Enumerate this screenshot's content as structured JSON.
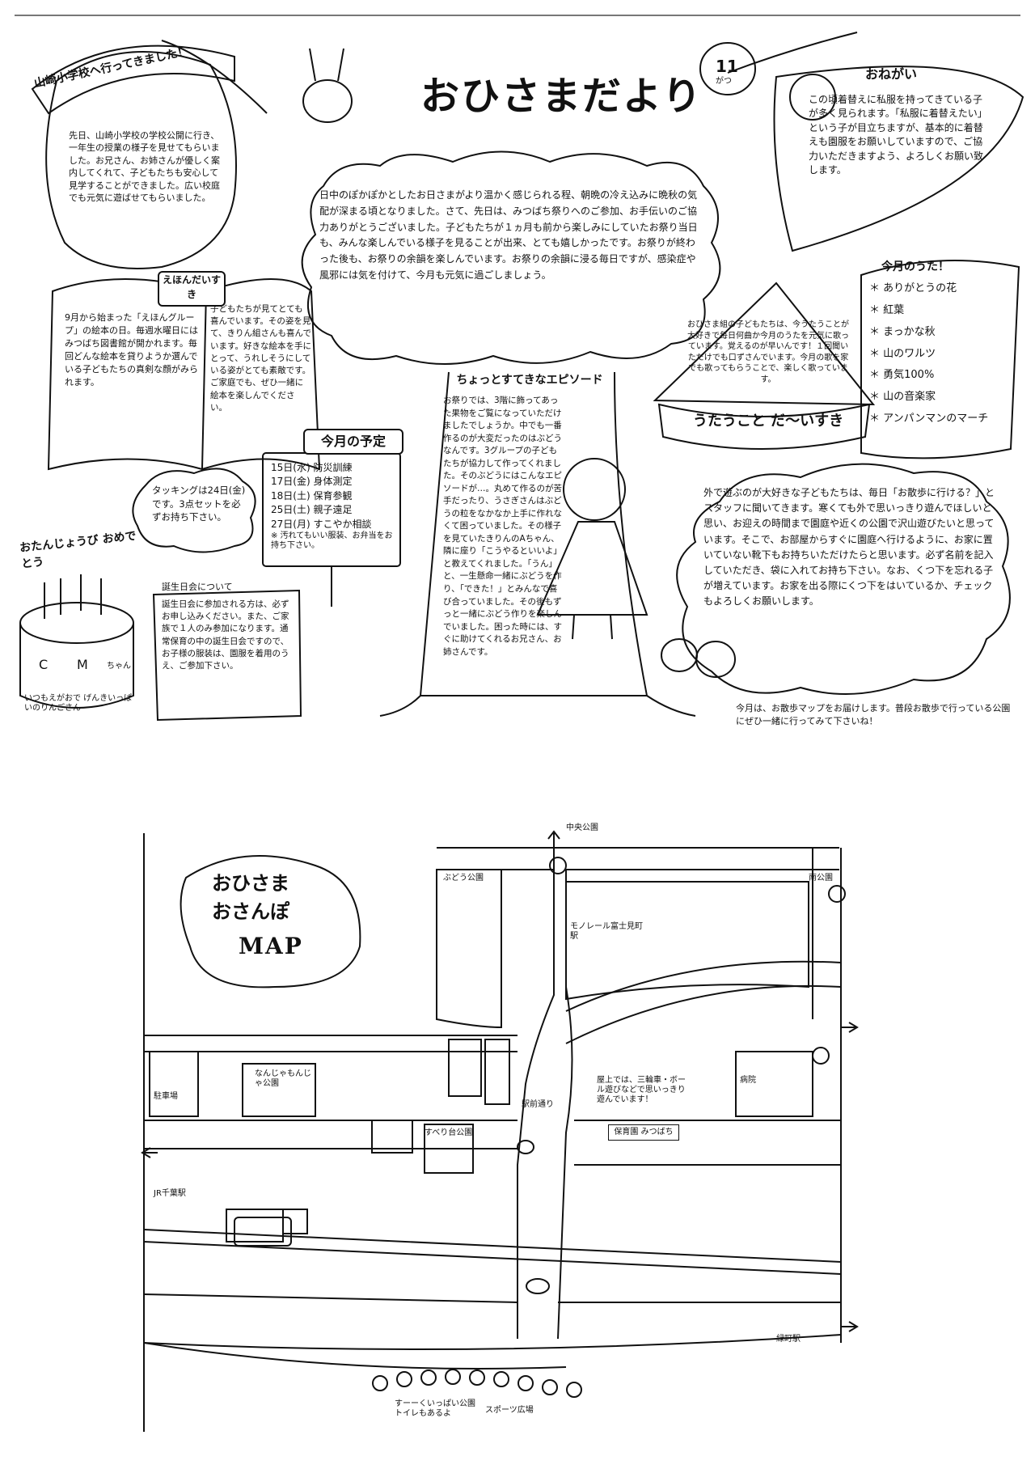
{
  "newsletter": {
    "title": "おひさまだより",
    "month_badge": "11",
    "month_badge_sub": "がつ",
    "school_visit": {
      "heading": "山崎小学校へ行ってきました！",
      "body": "先日、山崎小学校の学校公開に行き、一年生の授業の様子を見せてもらいました。お兄さん、お姉さんが優しく案内してくれて、子どもたちも安心して見学することができました。広い校庭でも元気に遊ばせてもらいました。"
    },
    "ehon": {
      "heading": "えほんだいすき",
      "left": "9月から始まった「えほんグループ」の絵本の日。毎週水曜日にはみつばち図書館が開かれます。毎回どんな絵本を貸りようか選んでいる子どもたちの真剣な顔がみられます。",
      "right": "子どもたちが見てとても喜んでいます。その姿を見て、きりん組さんも喜んでいます。好きな絵本を手にとって、うれしそうにしている姿がとても素敵です。ご家庭でも、ぜひ一緒に絵本を楽しんでください。"
    },
    "greeting": "日中のぽかぽかとしたお日さまがより温かく感じられる程、朝晩の冷え込みに晩秋の気配が深まる頃となりました。さて、先日は、みつばち祭りへのご参加、お手伝いのご協力ありがとうございました。子どもたちが１ヵ月も前から楽しみにしていたお祭り当日も、みんな楽しんでいる様子を見ることが出来、とても嬉しかったです。お祭りが終わった後も、お祭りの余韻を楽しんでいます。お祭りの余韻に浸る毎日ですが、感染症や風邪には気を付けて、今月も元気に過ごしましょう。",
    "onegai": {
      "heading": "おねがい",
      "body": "この頃着替えに私服を持ってきている子が多く見られます。「私服に着替えたい」という子が目立ちますが、基本的に着替えも園服をお願いしていますので、ご協力いただきますよう、よろしくお願い致します。"
    },
    "song_section": {
      "heading": "今月のうた！",
      "items": [
        "ありがとうの花",
        "紅葉",
        "まっかな秋",
        "山のワルツ",
        "勇気100%",
        "山の音楽家",
        "アンパンマンのマーチ"
      ]
    },
    "utaukoto": {
      "heading": "うたうこと だ〜いすき",
      "body": "おひさま組の子どもたちは、今うたうことが大好きで毎日何曲か今月のうたを元気に歌っています。覚えるのが早いんです！１回聞いただけでも口ずさんでいます。今月の歌を家でも歌ってもらうことで、楽しく歌っています。"
    },
    "episode": {
      "heading": "ちょっとすてきなエピソード",
      "body": "お祭りでは、3階に飾ってあった果物をご覧になっていただけましたでしょうか。中でも一番作るのが大変だったのはぶどうなんです。3グループの子どもたちが協力して作ってくれました。そのぶどうにはこんなエピソードが…。丸めて作るのが苦手だったり、うさぎさんはぶどうの粒をなかなか上手に作れなくて困っていました。その様子を見ていたきりんのAちゃん、隣に座り「こうやるといいよ」と教えてくれました。「うん」と、一生懸命一緒にぶどうを作り、「できた！」とみんなで喜び合っていました。その後もずっと一緒にぶどう作りを楽しんでいました。困った時には、すぐに助けてくれるお兄さん、お姉さんです。"
    },
    "schedule": {
      "heading": "今月の予定",
      "items": [
        "15日(水) 防災訓練",
        "17日(金) 身体測定",
        "18日(土) 保育参観",
        "25日(土) 親子遠足",
        "27日(月) すこやか相談"
      ],
      "note": "※ 汚れてもいい服装、お弁当をお持ち下さい。"
    },
    "takkingu": "タッキングは24日(金)です。3点セットを必ずお持ち下さい。",
    "birthday": {
      "heading": "おたんじょうび おめでとう",
      "cake_letters": [
        "C",
        "M"
      ],
      "cake_suffix": "ちゃん",
      "caption": "いつもえがおで げんきいっぱいのりんごさん"
    },
    "birthday_party": {
      "heading": "誕生日会について",
      "body": "誕生日会に参加される方は、必ずお申し込みください。また、ご家族で１人のみ参加になります。通常保育の中の誕生日会ですので、お子様の服装は、園服を着用のうえ、ご参加下さい。"
    },
    "sanpo": "外で遊ぶのが大好きな子どもたちは、毎日「お散歩に行ける？」とスタッフに聞いてきます。寒くても外で思いっきり遊んでほしいと思い、お迎えの時間まで園庭や近くの公園で沢山遊びたいと思っています。そこで、お部屋からすぐに園庭へ行けるように、お家に置いていない靴下もお持ちいただけたらと思います。必ず名前を記入していただき、袋に入れてお持ち下さい。なお、くつ下を忘れる子が増えています。お家を出る際にくつ下をはいているか、チェックもよろしくお願いします。",
    "footnote": "今月は、お散歩マップをお届けします。普段お散歩で行っている公園にぜひ一緒に行ってみて下さいね！"
  },
  "map": {
    "title_line1": "おひさま",
    "title_line2": "おさんぽ",
    "title_line3": "MAP",
    "labels": {
      "chuo_park": "中央公園",
      "minami_park": "南公園",
      "budou_park": "ぶどう公園",
      "monorail": "モノレール富士見町駅",
      "daycare": "保育園 みつばち",
      "daycare_note": "屋上では、三輪車・ボール遊びなどで思いっきり遊んでいます！",
      "station": "JR千葉駅",
      "green_station": "緑町駅",
      "ekimae": "駅前通り",
      "nanchanger": "なんじゃもんじゃ公園",
      "slide_park": "すべり台公園",
      "parking": "駐車場",
      "hospital": "病院",
      "bottom_note": "すーーくいっぱい公園 トイレもあるよ",
      "sports": "スポーツ広場"
    }
  }
}
